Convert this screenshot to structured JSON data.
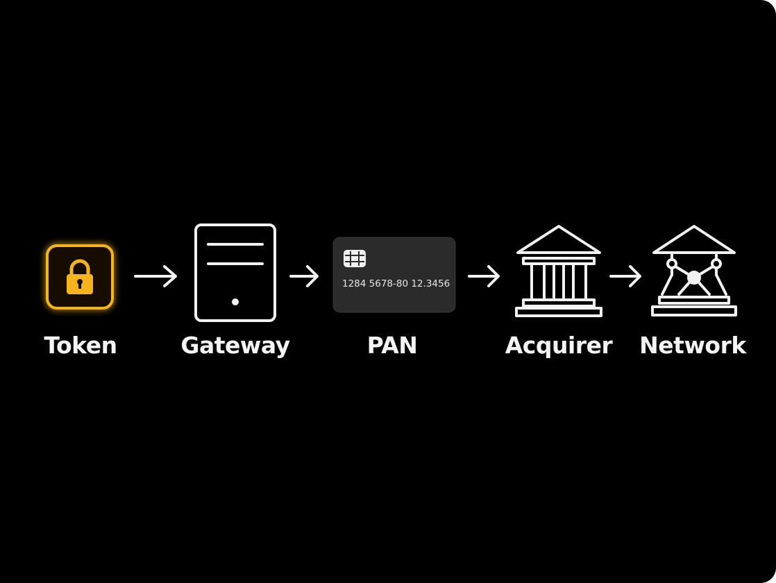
{
  "colors": {
    "background": "#000000",
    "stroke": "#f2f2f2",
    "token_accent": "#f5b41c",
    "card_fill": "#2b2b2b"
  },
  "nodes": [
    {
      "id": "token",
      "label": "Token",
      "icon": "padlock-icon"
    },
    {
      "id": "gateway",
      "label": "Gateway",
      "icon": "server-icon"
    },
    {
      "id": "pan",
      "label": "PAN",
      "icon": "credit-card-icon",
      "card_number": "1284 5678-80 12.3456"
    },
    {
      "id": "acquirer",
      "label": "Acquirer",
      "icon": "bank-icon"
    },
    {
      "id": "network",
      "label": "Network",
      "icon": "bank-network-icon"
    }
  ],
  "edges": [
    {
      "from": "token",
      "to": "gateway"
    },
    {
      "from": "gateway",
      "to": "pan"
    },
    {
      "from": "pan",
      "to": "acquirer"
    },
    {
      "from": "acquirer",
      "to": "network"
    }
  ]
}
